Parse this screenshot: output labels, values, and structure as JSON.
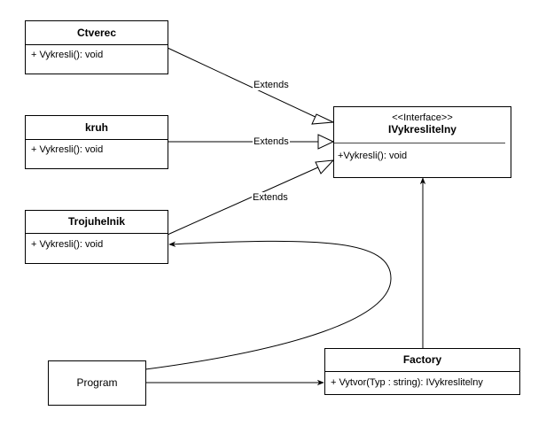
{
  "diagram": {
    "type": "UML class diagram",
    "classes": [
      {
        "id": "ctverec",
        "name": "Ctverec",
        "members": [
          "+ Vykresli(): void"
        ]
      },
      {
        "id": "kruh",
        "name": "kruh",
        "members": [
          "+ Vykresli(): void"
        ]
      },
      {
        "id": "trojuhelnik",
        "name": "Trojuhelnik",
        "members": [
          "+ Vykresli(): void"
        ]
      },
      {
        "id": "ivykreslitelny",
        "stereotype": "<<Interface>>",
        "name": "IVykreslitelny",
        "members": [
          "+Vykresli(): void"
        ]
      },
      {
        "id": "factory",
        "name": "Factory",
        "members": [
          "+ Vytvor(Typ : string): IVykreslitelny"
        ]
      },
      {
        "id": "program",
        "name": "Program",
        "members": []
      }
    ],
    "relations": [
      {
        "from": "ctverec",
        "to": "ivykreslitelny",
        "type": "generalization",
        "label": "Extends"
      },
      {
        "from": "kruh",
        "to": "ivykreslitelny",
        "type": "generalization",
        "label": "Extends"
      },
      {
        "from": "trojuhelnik",
        "to": "ivykreslitelny",
        "type": "generalization",
        "label": "Extends"
      },
      {
        "from": "program",
        "to": "trojuhelnik",
        "type": "association",
        "label": ""
      },
      {
        "from": "program",
        "to": "factory",
        "type": "association",
        "label": ""
      },
      {
        "from": "factory",
        "to": "ivykreslitelny",
        "type": "association",
        "label": ""
      }
    ]
  }
}
